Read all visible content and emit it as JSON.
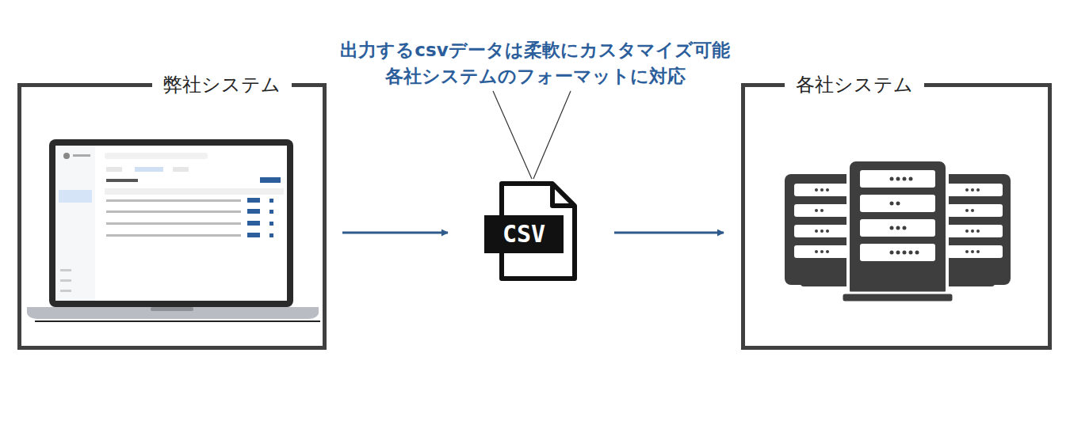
{
  "diagram": {
    "nodes": [
      {
        "text": [
          "弊社システム"
        ]
      },
      {
        "text": [
          "CSV"
        ]
      },
      {
        "text": [
          "各社システム"
        ]
      }
    ],
    "edges": [
      {
        "from": 0,
        "to": 1,
        "arrow": "to"
      },
      {
        "from": 1,
        "to": 2,
        "arrow": "to"
      }
    ],
    "labels": [
      "出力するcsvデータは柔軟にカスタマイズ可能",
      "各社システムのフォーマットに対応"
    ]
  }
}
